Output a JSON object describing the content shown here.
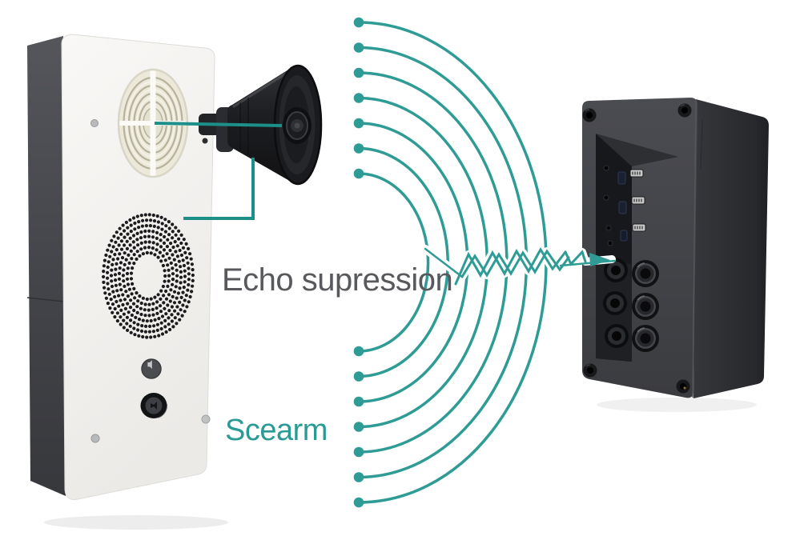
{
  "labels": {
    "echo": "Echo supression",
    "scearm": "Scearm"
  },
  "colors": {
    "background": "#FFFFFF",
    "accent": "#2E9C95",
    "accent_dark": "#1D8F89",
    "accent_text": "#2A9B94",
    "text_gray": "#58595C"
  },
  "waves": {
    "count": 7,
    "has_end_dots": true
  },
  "devices": {
    "left": "outdoor-intercom-station",
    "center": "horn-loudspeaker",
    "right": "connection-box"
  }
}
